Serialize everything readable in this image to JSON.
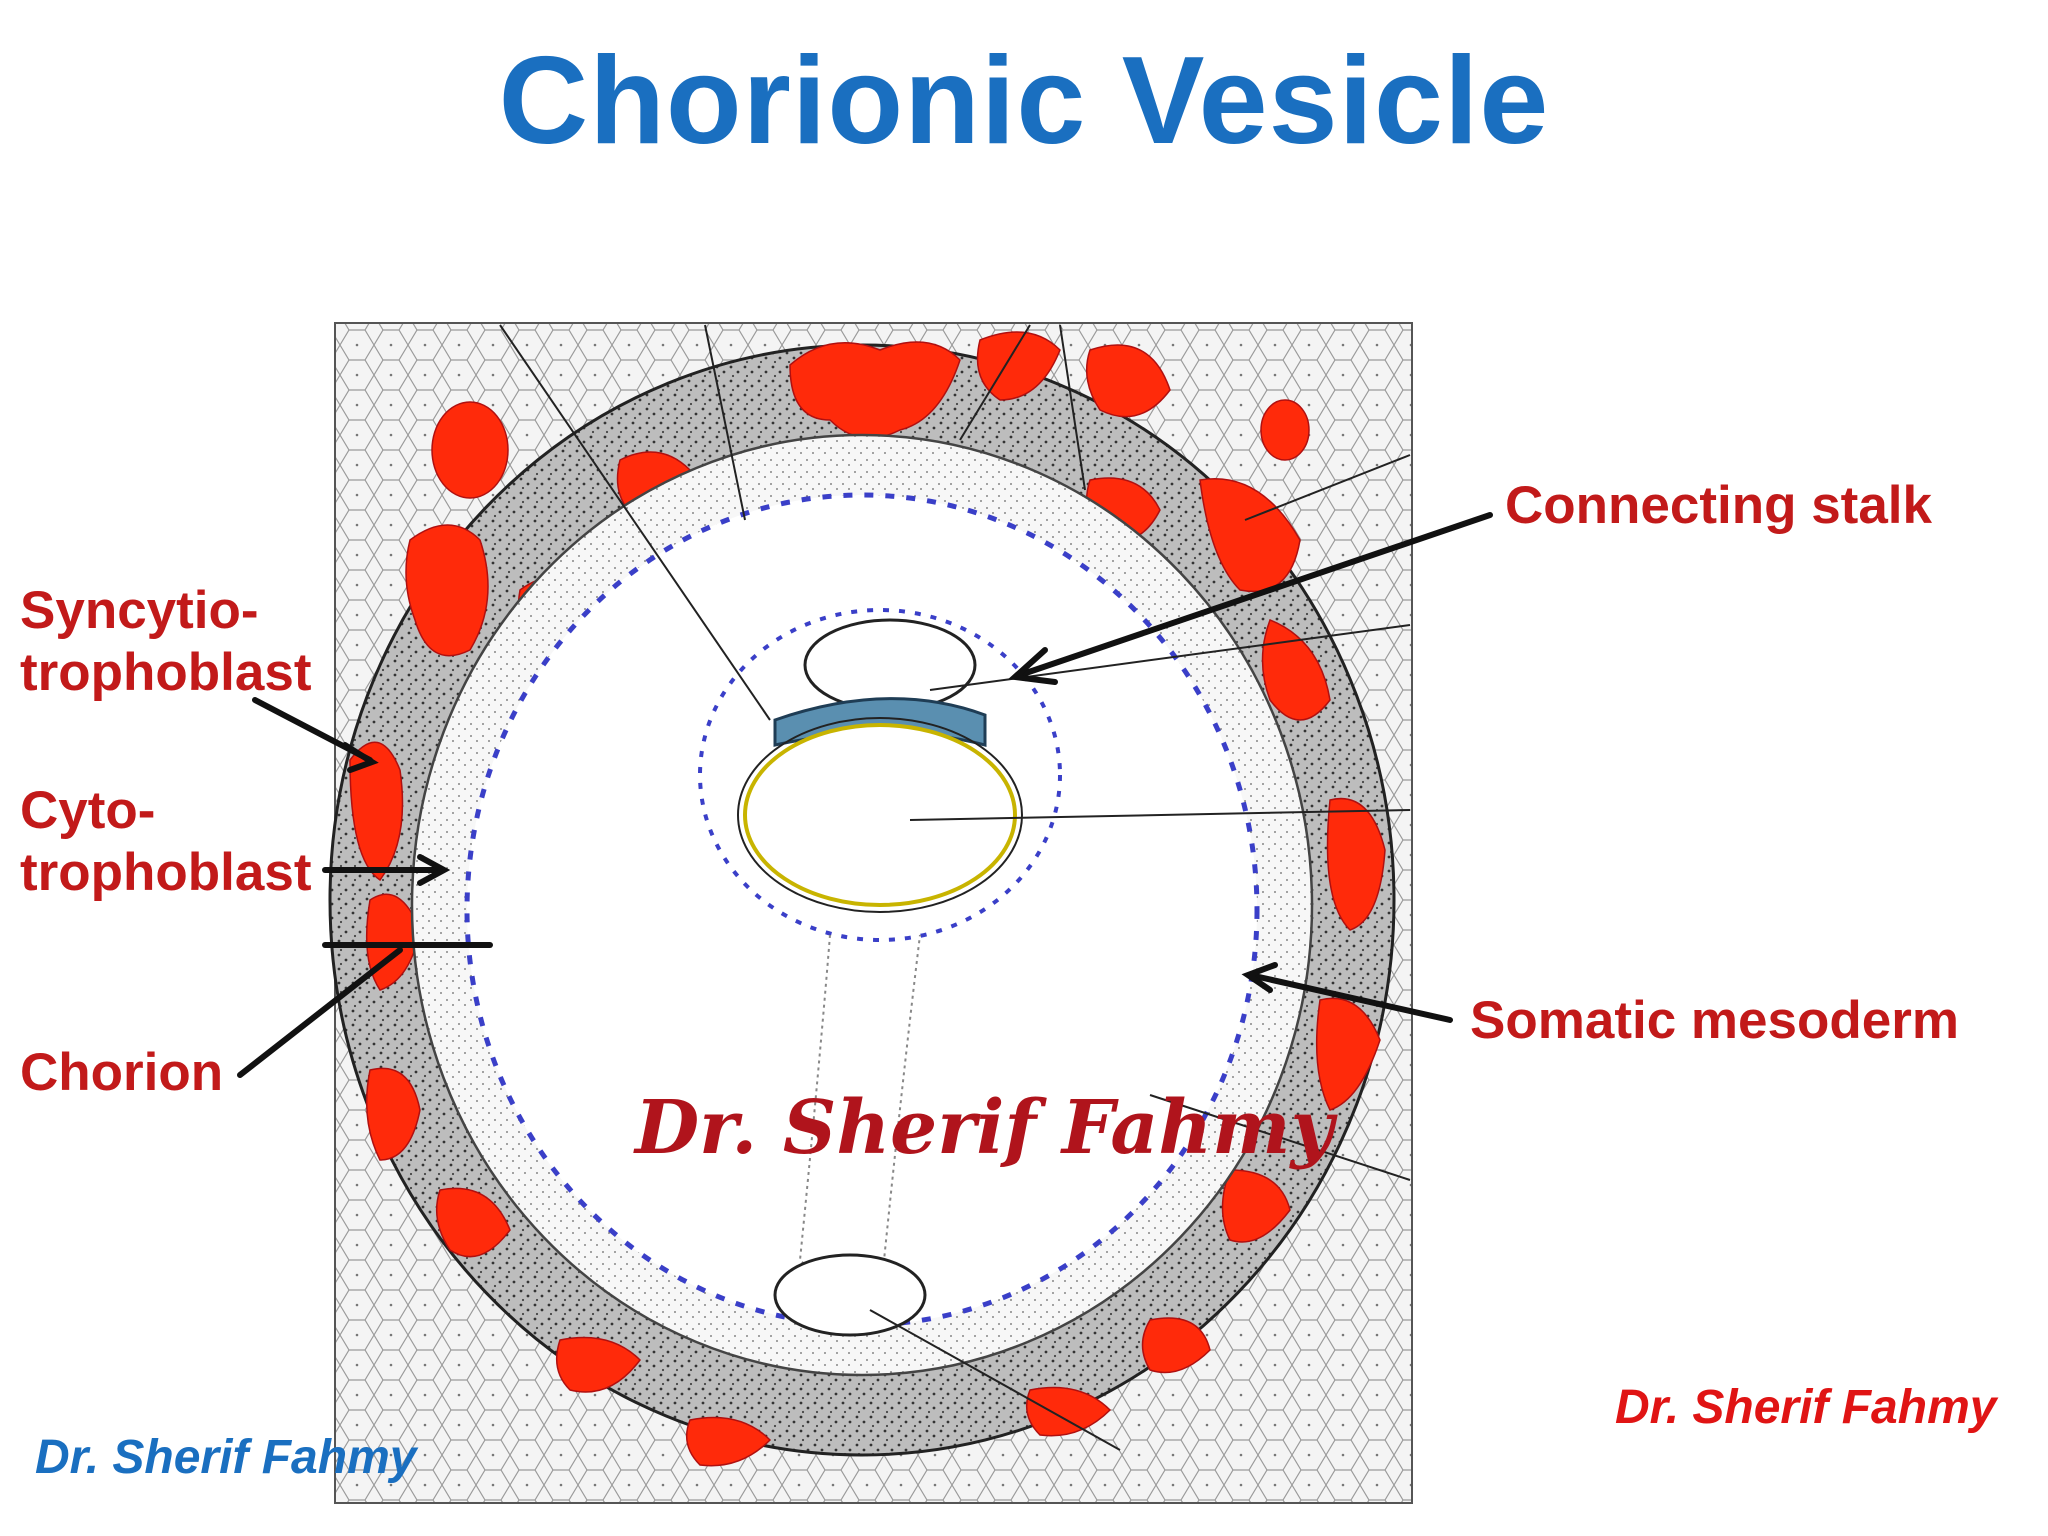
{
  "title": "Chorionic Vesicle",
  "labels": {
    "syncytio_line1": "Syncytio-",
    "syncytio_line2": "trophoblast",
    "cyto_line1": "Cyto-",
    "cyto_line2": "trophoblast",
    "chorion": "Chorion",
    "connecting_stalk": "Connecting stalk",
    "somatic_mesoderm": "Somatic mesoderm"
  },
  "watermarks": {
    "center": "Dr. Sherif Fahmy",
    "bottom_left": "Dr. Sherif Fahmy",
    "bottom_right": "Dr. Sherif Fahmy"
  },
  "colors": {
    "title": "#1a6fc0",
    "labels": "#c21a1a",
    "blood_lacunae": "#ff2a0a",
    "embryonic_disc": "#5a8fb0",
    "mesoderm_dots": "#3a3fc8"
  }
}
